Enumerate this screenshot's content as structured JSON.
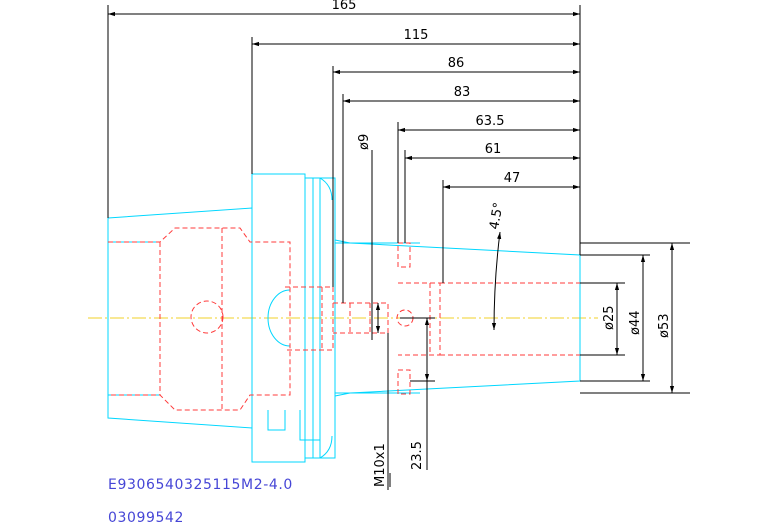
{
  "dimensions": {
    "d165": "165",
    "d115": "115",
    "d86": "86",
    "d83": "83",
    "d63_5": "63.5",
    "d61": "61",
    "d47": "47",
    "phi9": "ø9",
    "angle": "4.5°",
    "phi25": "ø25",
    "phi44": "ø44",
    "phi53": "ø53",
    "thread": "M10x1",
    "d23_5": "23.5"
  },
  "labels": {
    "part_code": "E9306540325115M2-4.0",
    "part_number": "03099542"
  },
  "colors": {
    "outline": "#00d7ff",
    "hidden_lines": "#ff3b3b",
    "centerline": "#f2d22a",
    "dimension": "#000000",
    "text": "#4646d6"
  }
}
